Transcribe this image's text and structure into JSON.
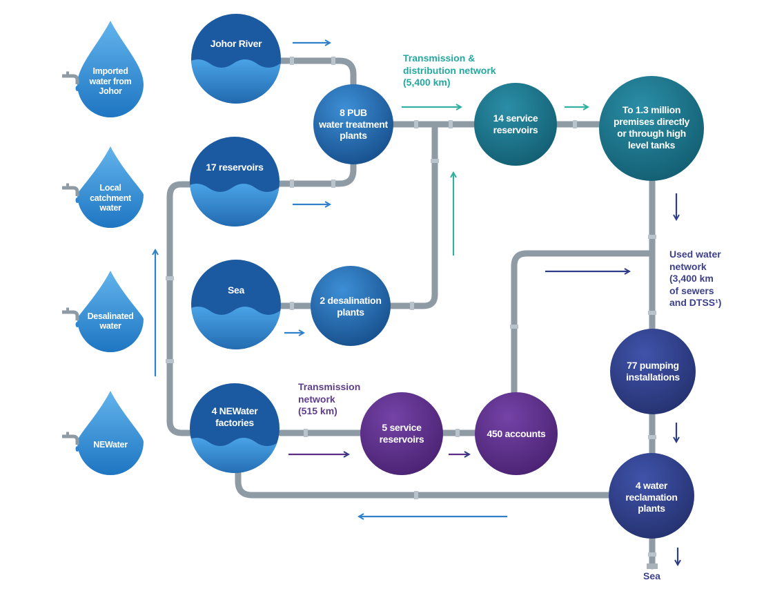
{
  "colors": {
    "drop": "#2f86cf",
    "blue_circle": "#1f63a8",
    "teal_circle": "#1b6f86",
    "purple_circle": "#5a2d86",
    "navy_circle": "#2e3f8f",
    "pipe": "#8e9aa4",
    "teal_text": "#23a8a0",
    "purple_text": "#5d3d8a",
    "navy_text": "#3c3f8a",
    "arrow_blue": "#2f7fc9",
    "arrow_teal": "#2fb0a0",
    "arrow_navy": "#2e3b86"
  },
  "sources": [
    {
      "label": "Imported\nwater from\nJohor",
      "icon": "water-drop-tap-icon"
    },
    {
      "label": "Local\ncatchment\nwater",
      "icon": "water-drop-tap-icon"
    },
    {
      "label": "Desalinated\nwater",
      "icon": "water-drop-tap-icon"
    },
    {
      "label": "NEWater",
      "icon": "water-drop-tap-icon"
    }
  ],
  "nodes": {
    "johor_river": "Johor River",
    "reservoirs_17": "17 reservoirs",
    "sea_source": "Sea",
    "newater_factories": "4 NEWater\nfactories",
    "treatment_plants": "8 PUB\nwater treatment\nplants",
    "desalination_plants": "2 desalination\nplants",
    "service_reservoirs_14": "14 service\nreservoirs",
    "premises": "To 1.3 million\npremises directly\nor through high\nlevel tanks",
    "service_reservoirs_5": "5 service\nreservoirs",
    "accounts": "450 accounts",
    "pumping": "77 pumping\ninstallations",
    "reclamation": "4 water\nreclamation\nplants"
  },
  "network_labels": {
    "transmission_distribution": "Transmission &\ndistribution network\n(5,400 km)",
    "transmission_newater": "Transmission\nnetwork\n(515 km)",
    "used_water": "Used water\nnetwork\n(3,400 km\nof sewers\nand DTSS¹)",
    "sea_outlet": "Sea"
  }
}
